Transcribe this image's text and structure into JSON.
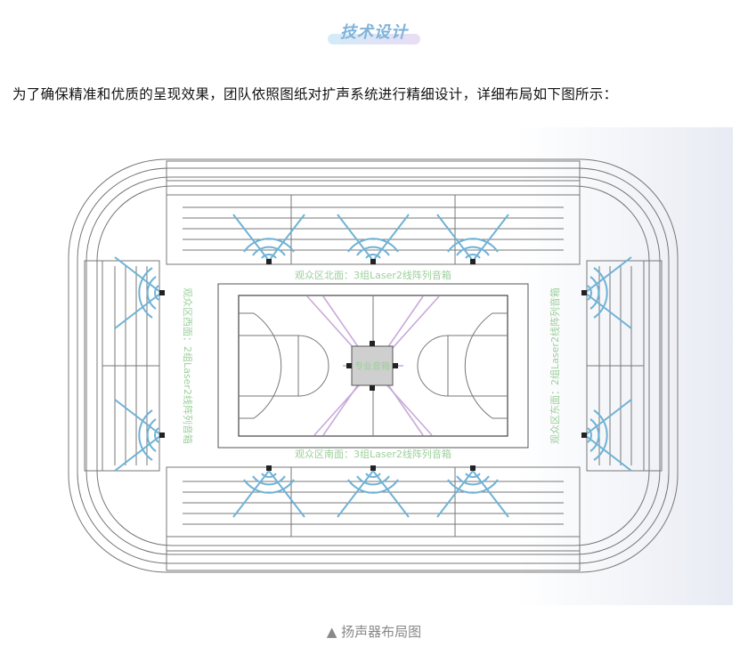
{
  "header": {
    "title": "技术设计"
  },
  "intro": {
    "text": "为了确保精准和优质的呈现效果，团队依照图纸对扩声系统进行精细设计，详细布局如下图所示："
  },
  "diagram": {
    "north_label": "观众区北面：3组Laser2线阵列音箱",
    "south_label": "观众区南面：3组Laser2线阵列音箱",
    "west_label": "观众区西面：2组Laser2线阵列音箱",
    "east_label": "观众区东面：2组Laser2线阵列音箱",
    "center_label": "专业音箱",
    "colors": {
      "coverage": "#6fb2d6",
      "center_cover": "#c9a9d9",
      "label_green": "#9ccf9c",
      "lines": "#888888"
    }
  },
  "caption": {
    "text": "▲ 扬声器布局图"
  }
}
